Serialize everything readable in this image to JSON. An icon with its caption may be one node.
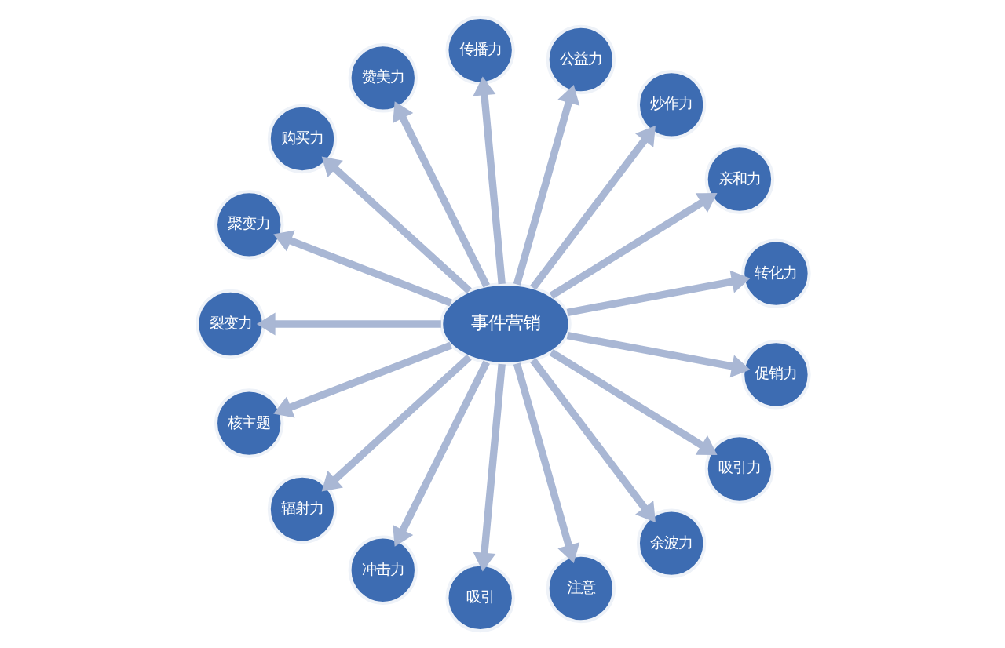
{
  "diagram": {
    "nodes": [
      {
        "text": [
          "事件营销"
        ]
      },
      {
        "text": [
          "转化力"
        ]
      },
      {
        "text": [
          "亲和力"
        ]
      },
      {
        "text": [
          "炒作力"
        ]
      },
      {
        "text": [
          "公益力"
        ]
      },
      {
        "text": [
          "传播力"
        ]
      },
      {
        "text": [
          "赞美力"
        ]
      },
      {
        "text": [
          "购买力"
        ]
      },
      {
        "text": [
          "聚变力"
        ]
      },
      {
        "text": [
          "裂变力"
        ]
      },
      {
        "text": [
          "核主题"
        ]
      },
      {
        "text": [
          "辐射力"
        ]
      },
      {
        "text": [
          "冲击力"
        ]
      },
      {
        "text": [
          "吸引"
        ]
      },
      {
        "text": [
          "注意"
        ]
      },
      {
        "text": [
          "余波力"
        ]
      },
      {
        "text": [
          "吸引力"
        ]
      },
      {
        "text": [
          "促销力"
        ]
      }
    ],
    "edges": [
      {
        "from": 0,
        "to": 1,
        "arrow": "to"
      },
      {
        "from": 0,
        "to": 2,
        "arrow": "to"
      },
      {
        "from": 0,
        "to": 3,
        "arrow": "to"
      },
      {
        "from": 0,
        "to": 4,
        "arrow": "to"
      },
      {
        "from": 0,
        "to": 5,
        "arrow": "to"
      },
      {
        "from": 0,
        "to": 6,
        "arrow": "to"
      },
      {
        "from": 0,
        "to": 7,
        "arrow": "to"
      },
      {
        "from": 0,
        "to": 8,
        "arrow": "to"
      },
      {
        "from": 0,
        "to": 9,
        "arrow": "to"
      },
      {
        "from": 0,
        "to": 10,
        "arrow": "to"
      },
      {
        "from": 0,
        "to": 11,
        "arrow": "to"
      },
      {
        "from": 0,
        "to": 12,
        "arrow": "to"
      },
      {
        "from": 0,
        "to": 13,
        "arrow": "to"
      },
      {
        "from": 0,
        "to": 14,
        "arrow": "to"
      },
      {
        "from": 0,
        "to": 15,
        "arrow": "to"
      },
      {
        "from": 0,
        "to": 16,
        "arrow": "to"
      },
      {
        "from": 0,
        "to": 17,
        "arrow": "to"
      }
    ]
  }
}
